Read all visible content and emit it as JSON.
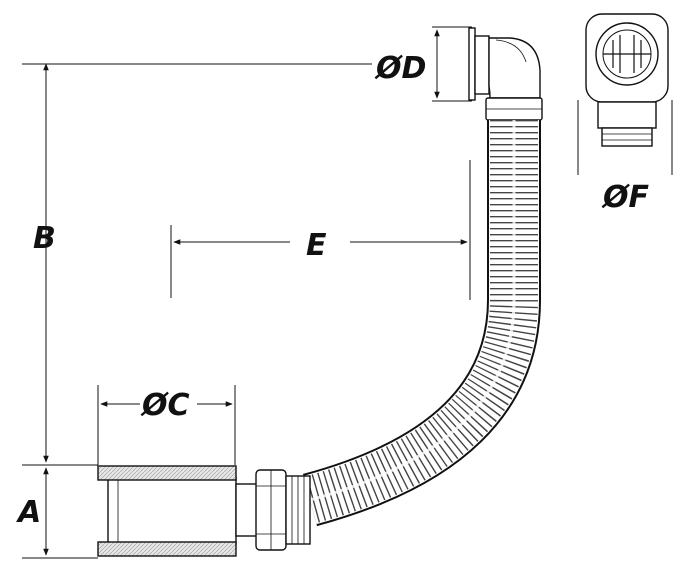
{
  "labels": {
    "d": "ØD",
    "b": "B",
    "e": "E",
    "c": "ØC",
    "a": "A",
    "f": "ØF"
  },
  "colors": {
    "line": "#111111",
    "fill": "#ffffff",
    "texture": "#bdbdbd"
  }
}
